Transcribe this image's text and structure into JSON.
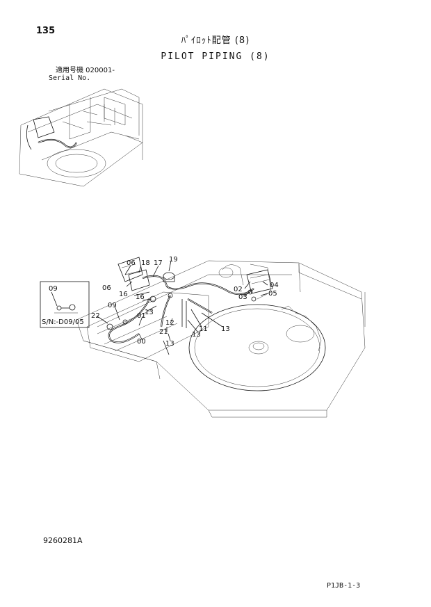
{
  "page_number": "135",
  "title_jp": "ﾊﾟｲﾛｯﾄ配管 (8)",
  "title_en": "PILOT PIPING (8)",
  "serial": {
    "label_jp": "適用号機  020001-",
    "label_en": "Serial No."
  },
  "inset_box": {
    "part": "09",
    "serial_note": "S/N:-D09/05"
  },
  "callouts": [
    "06",
    "18",
    "17",
    "19",
    "06",
    "16",
    "16",
    "13",
    "09",
    "01",
    "22",
    "12",
    "21",
    "00",
    "13",
    "11",
    "13",
    "13",
    "02",
    "04",
    "03",
    "05"
  ],
  "doc_number": "9260281A",
  "page_code": "P1JB-1-3"
}
